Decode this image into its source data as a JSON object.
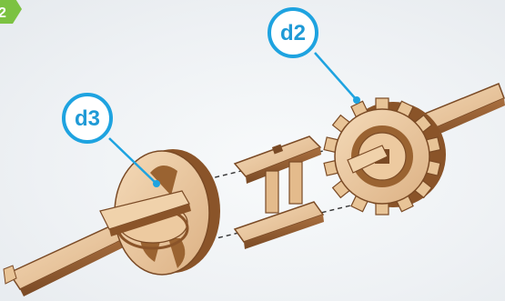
{
  "callouts": [
    {
      "id": "d2",
      "label": "d2"
    },
    {
      "id": "d3",
      "label": "d3"
    }
  ],
  "colors": {
    "step_badge": "#7cc242",
    "callout_ring": "#1ea3e0",
    "callout_text": "#1f9ad6",
    "wood_light": "#f1d2ad",
    "wood_mid": "#e2b887",
    "wood_dark": "#b27a48",
    "wood_edge": "#6b3f1f",
    "background": "#eef1f4"
  },
  "icons": {
    "step_badge": "hexagon-step-badge-icon",
    "dashed_guide": "dashed-assembly-line-icon"
  }
}
